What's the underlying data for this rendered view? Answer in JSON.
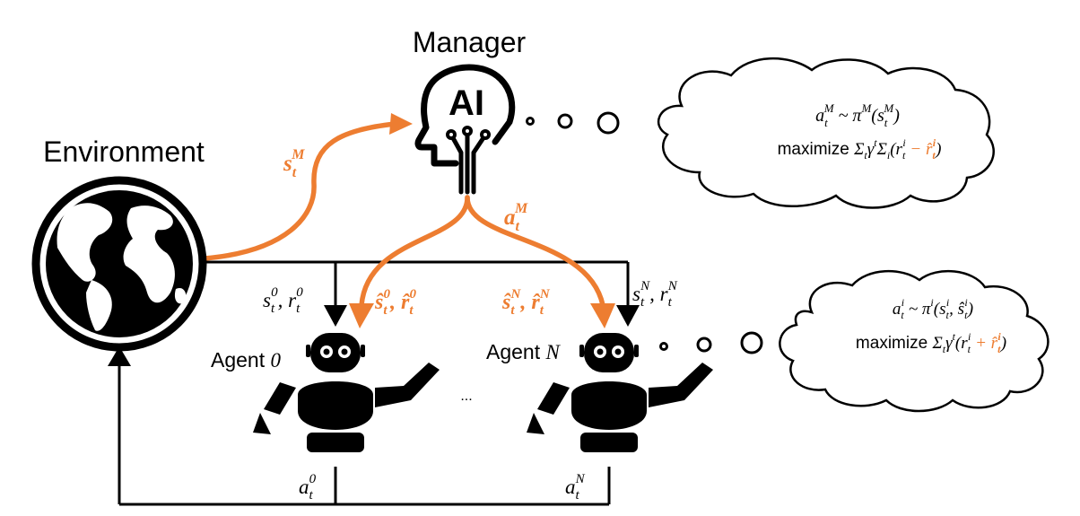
{
  "labels": {
    "manager": "Manager",
    "environment": "Environment",
    "ai": "AI",
    "agent0": "Agent 0",
    "agentN": "Agent N",
    "ellipsis": "..."
  },
  "flows": {
    "env_to_manager": "s_t^M",
    "manager_action": "a_t^M",
    "agent0_obs": "s_t^0, r_t^0",
    "agent0_mod": "ŝ_t^0, r̂_t^0",
    "agentN_mod": "ŝ_t^N, r̂_t^N",
    "agentN_obs": "s_t^N, r_t^N",
    "agent0_action": "a_t^0",
    "agentN_action": "a_t^N"
  },
  "manager_thought": {
    "line1": "a_t^M ~ π^M(s_t^M)",
    "line2": "maximize Σ_t γ^t Σ_i(r_t^i − r̂_t^i)"
  },
  "agent_thought": {
    "line1": "a_t^i ~ π^i(s_t^i, ŝ_t^i)",
    "line2": "maximize Σ_t γ^t (r_t^i + r̂_t^i)"
  },
  "colors": {
    "accent": "#ED7D31",
    "ink": "#000000"
  },
  "icons": [
    "globe-icon",
    "ai-head-icon",
    "robot-icon"
  ]
}
